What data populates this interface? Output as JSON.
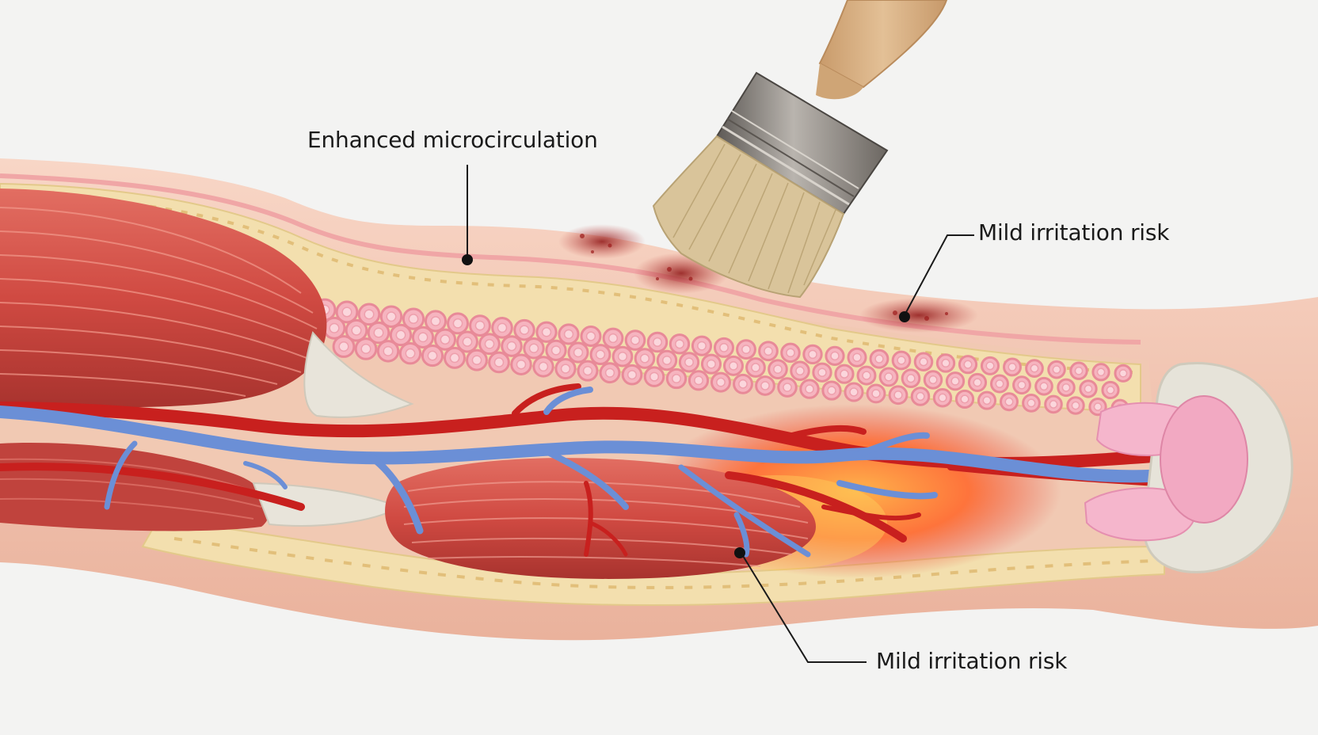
{
  "callouts": {
    "top_label": "Enhanced microcirculation",
    "right_label": "Mild irritation risk",
    "bottom_label": "Mild irritation risk"
  },
  "colors": {
    "background": "#f3f3f2",
    "skin": "#f4c7b3",
    "muscle": "#d9534f",
    "fat_layer": "#f3dfae",
    "artery": "#c8201e",
    "vein": "#6b8fd6",
    "inflammation": "#ff7a3a",
    "brush_bristles": "#d9c49a",
    "brush_handle": "#d8b487",
    "brush_ferrule": "#8a8580"
  }
}
